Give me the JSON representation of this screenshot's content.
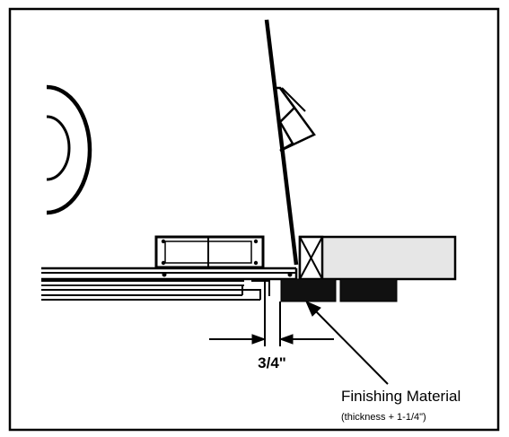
{
  "labels": {
    "dimension": "3/4\"",
    "callout_title": "Finishing Material",
    "callout_note": "(thickness + 1-1/4\")"
  },
  "colors": {
    "line": "#000000",
    "block_fill": "#e6e6e6",
    "dark_fill": "#111111",
    "background": "#ffffff"
  }
}
